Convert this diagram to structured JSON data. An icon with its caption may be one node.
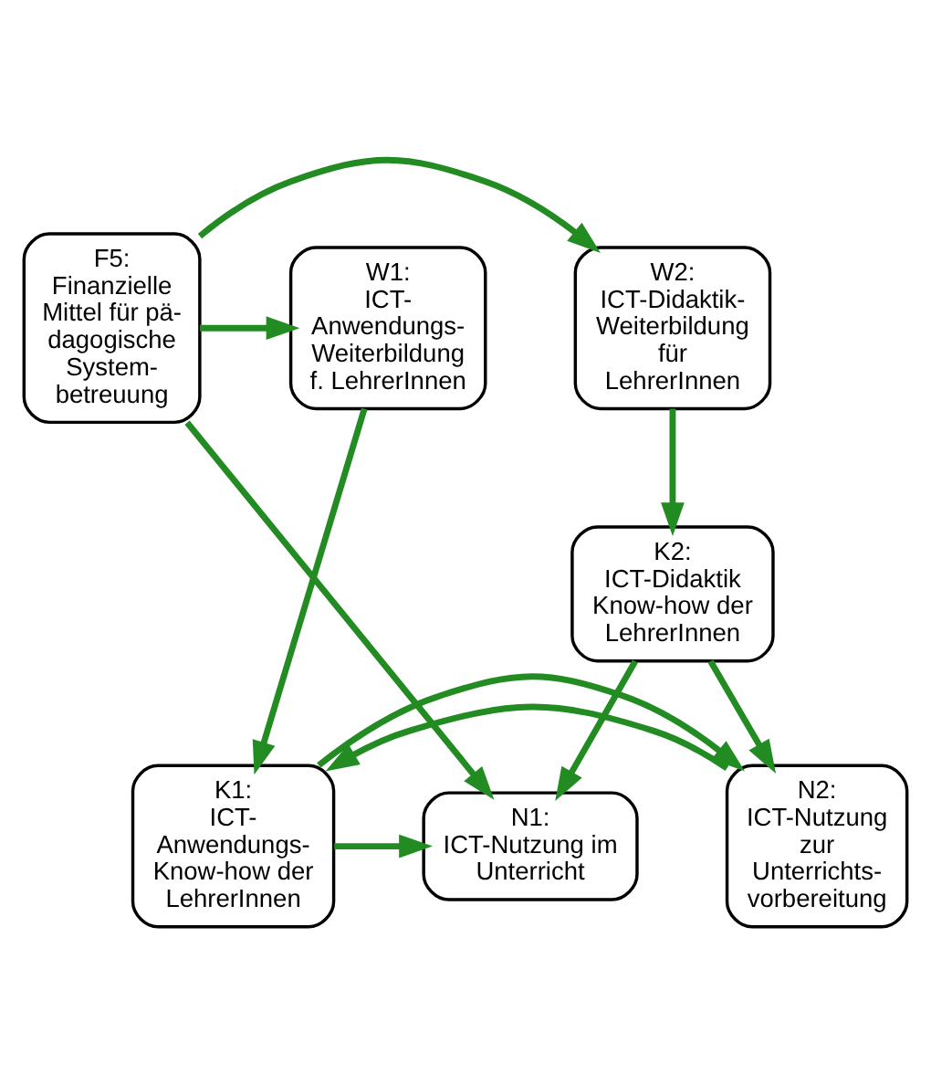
{
  "diagram": {
    "nodes": [
      {
        "text": [
          "W1:",
          "ICT- Anwendungs- Weiterbildung f. LehrerInnen"
        ]
      },
      {
        "text": [
          "F5:",
          "Finanzielle Mittel für pä- dagogische System- betreuung"
        ]
      },
      {
        "text": [
          "W2:",
          "ICT-Didaktik- Weiterbildung für LehrerInnen"
        ]
      },
      {
        "text": [
          "K2:",
          "ICT-Didaktik Know-how der LehrerInnen"
        ]
      },
      {
        "text": [
          "N2:",
          "ICT-Nutzung zur Unterrichts- vorbereitung"
        ]
      },
      {
        "text": [
          "K1:",
          "ICT- Anwendungs- Know-how der LehrerInnen"
        ]
      },
      {
        "text": [
          "N1:",
          "ICT-Nutzung im Unterricht"
        ]
      }
    ],
    "edges": [
      {
        "from": 1,
        "to": 0,
        "arrow": "to"
      },
      {
        "from": 1,
        "to": 2,
        "arrow": "to"
      },
      {
        "from": 1,
        "to": 6,
        "arrow": "to"
      },
      {
        "from": 2,
        "to": 3,
        "arrow": "to"
      },
      {
        "from": 0,
        "to": 5,
        "arrow": "to"
      },
      {
        "from": 3,
        "to": 4,
        "arrow": "to"
      },
      {
        "from": 3,
        "to": 6,
        "arrow": "to"
      },
      {
        "from": 4,
        "to": 5,
        "arrow": "to"
      },
      {
        "from": 5,
        "to": 6,
        "arrow": "to"
      },
      {
        "from": 5,
        "to": 4,
        "arrow": "to"
      }
    ]
  }
}
